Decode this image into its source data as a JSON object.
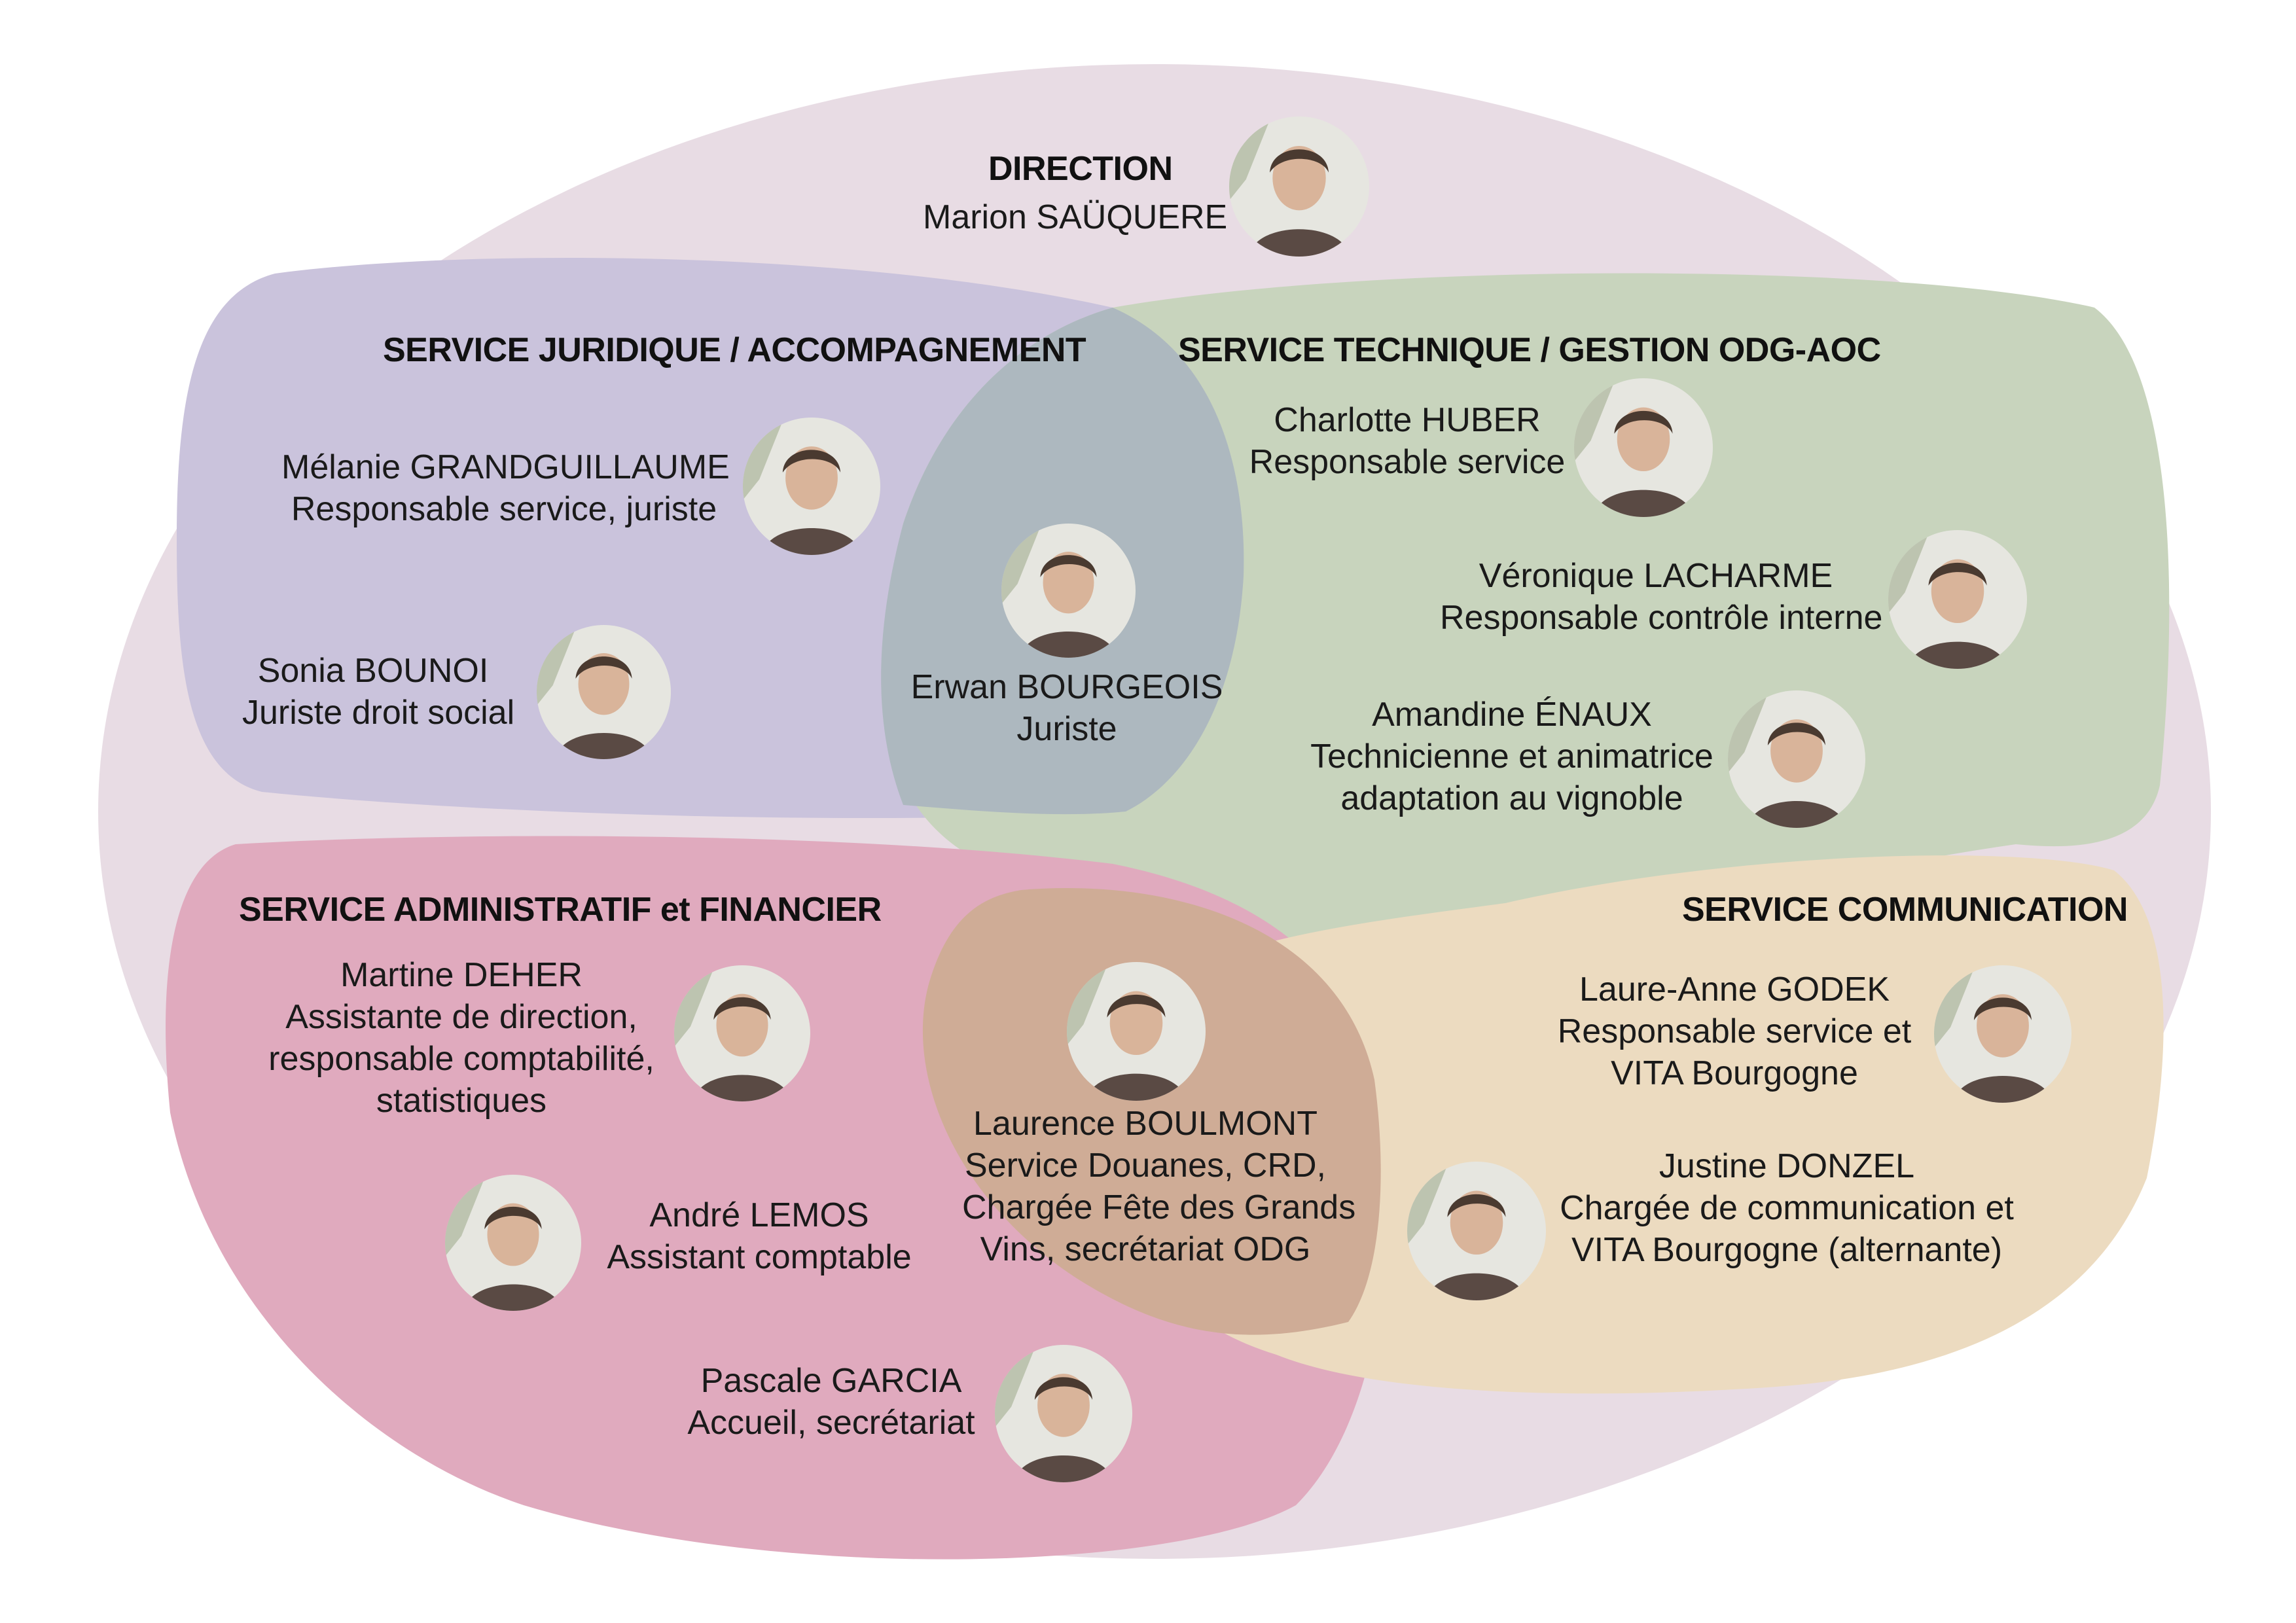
{
  "colors": {
    "outer": "#e8dce4",
    "juridique": "#cac3dc",
    "technique": "#c8d4bd",
    "admin": "#e0aabe",
    "communication": "#ecdbc0",
    "overlap_jur_tech": "#adb8bf",
    "overlap_admin_comm": "#cfac96"
  },
  "direction": {
    "title": "DIRECTION",
    "person": {
      "name": "Marion SAÜQUERE",
      "icon": "portrait-photo"
    }
  },
  "services": {
    "juridique": {
      "title": "SERVICE JURIDIQUE / ACCOMPAGNEMENT",
      "members": [
        {
          "name": "Mélanie GRANDGUILLAUME",
          "role": "Responsable service, juriste"
        },
        {
          "name": "Sonia BOUNOI",
          "role": "Juriste droit social"
        }
      ]
    },
    "shared_jur_tech": {
      "members": [
        {
          "name": "Erwan BOURGEOIS",
          "role": "Juriste"
        }
      ]
    },
    "technique": {
      "title": "SERVICE TECHNIQUE / GESTION ODG-AOC",
      "members": [
        {
          "name": "Charlotte HUBER",
          "role": "Responsable service"
        },
        {
          "name": "Véronique LACHARME",
          "role": "Responsable contrôle interne"
        },
        {
          "name": "Amandine ÉNAUX",
          "role_lines": [
            "Technicienne et animatrice",
            "adaptation au vignoble"
          ]
        }
      ]
    },
    "administratif": {
      "title_main": "SERVICE ADMINISTRATIF",
      "title_et": "et",
      "title_end": "FINANCIER",
      "members": [
        {
          "name": "Martine DEHER",
          "role_lines": [
            "Assistante de direction,",
            "responsable comptabilité,",
            "statistiques"
          ]
        },
        {
          "name": "André LEMOS",
          "role": "Assistant comptable"
        },
        {
          "name": "Pascale GARCIA",
          "role": "Accueil, secrétariat"
        }
      ]
    },
    "shared_admin_comm": {
      "members": [
        {
          "name": "Laurence BOULMONT",
          "role_lines": [
            "Service Douanes, CRD,",
            "Chargée Fête des Grands",
            "Vins, secrétariat ODG"
          ]
        }
      ]
    },
    "communication": {
      "title": "SERVICE COMMUNICATION",
      "members": [
        {
          "name": "Laure-Anne GODEK",
          "role_lines": [
            "Responsable service et",
            "VITA Bourgogne"
          ]
        },
        {
          "name": "Justine DONZEL",
          "role_lines": [
            "Chargée de communication et",
            "VITA Bourgogne (alternante)"
          ]
        }
      ]
    }
  }
}
